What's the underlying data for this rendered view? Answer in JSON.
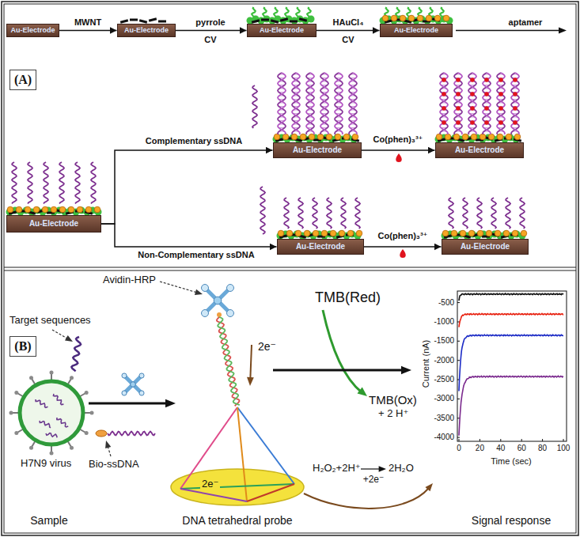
{
  "diagram": {
    "nodes": [
      {
        "text": [
          "Au-Electrode"
        ]
      },
      {
        "text": [
          "Au-Electrode"
        ]
      },
      {
        "text": [
          "Au-Electrode"
        ]
      },
      {
        "text": [
          "Au-Electrode"
        ]
      },
      {
        "text": [
          "(A)"
        ]
      },
      {
        "text": [
          "Au-Electrode"
        ]
      },
      {
        "text": [
          "Au-Electrode"
        ]
      },
      {
        "text": [
          "Au-Electrode"
        ]
      },
      {
        "text": [
          "Au-Electrode"
        ]
      },
      {
        "text": [
          "Au-Electrode"
        ]
      },
      {
        "text": [
          "(B)"
        ]
      },
      {
        "text": [
          "2e⁻"
        ]
      }
    ],
    "edges": [
      {
        "from": 0,
        "to": 1,
        "arrow": "to",
        "label": "MWNT"
      },
      {
        "from": 1,
        "to": 2,
        "arrow": "to",
        "label": "pyrrole"
      },
      {
        "from": 2,
        "to": 3,
        "arrow": "to",
        "label": "HAuCl₄"
      },
      {
        "from": 5,
        "to": 6,
        "arrow": "to",
        "label": "Complementary ssDNA"
      },
      {
        "from": 5,
        "to": 8,
        "arrow": "to",
        "label": "Non-Complementary ssDNA"
      },
      {
        "from": 6,
        "to": 7,
        "arrow": "to",
        "label": "Co(phen)₃³⁺"
      },
      {
        "from": 8,
        "to": 9,
        "arrow": "to",
        "label": "Co(phen)₃³⁺"
      }
    ],
    "labels": [
      "CV",
      "CV",
      "aptamer",
      "Avidin-HRP",
      "Target sequences",
      "TMB(Red)",
      "2e⁻",
      "TMB(Ox)",
      "+ 2 H⁺",
      "H₂O₂+2H⁺",
      "+2e⁻",
      "2H₂O",
      "H7N9 virus",
      "Bio-ssDNA",
      "Sample",
      "DNA tetrahedral probe",
      "Signal response",
      "Current (nA)",
      "Time (sec)",
      "-500",
      "-1000",
      "-1500",
      "-2000",
      "-2500",
      "-3000",
      "-3500",
      "-4000",
      "0",
      "20",
      "40",
      "60",
      "80",
      "100"
    ]
  }
}
